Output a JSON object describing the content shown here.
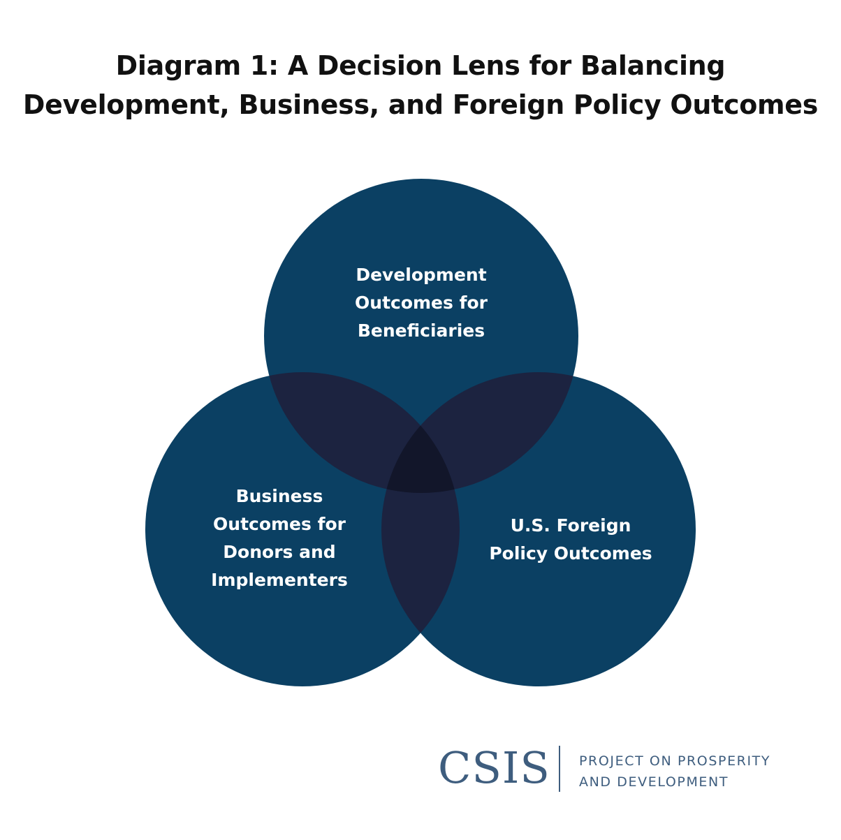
{
  "title": {
    "line1": "Diagram 1: A Decision Lens for Balancing",
    "line2": "Development, Business, and Foreign Policy Outcomes"
  },
  "circles": [
    {
      "label": "Development\nOutcomes for\nBeneficiaries"
    },
    {
      "label": "Business\nOutcomes for\nDonors and\nImplementers"
    },
    {
      "label": "U.S. Foreign\nPolicy Outcomes"
    }
  ],
  "colors": {
    "circle_fill": "#0b4063",
    "overlap_two": "#1c2340",
    "overlap_three": "#12162a",
    "title_text": "#111111",
    "logo": "#3e5d7e"
  },
  "logo": {
    "wordmark": "CSIS",
    "tagline_line1": "PROJECT ON PROSPERITY",
    "tagline_line2": "AND DEVELOPMENT"
  }
}
